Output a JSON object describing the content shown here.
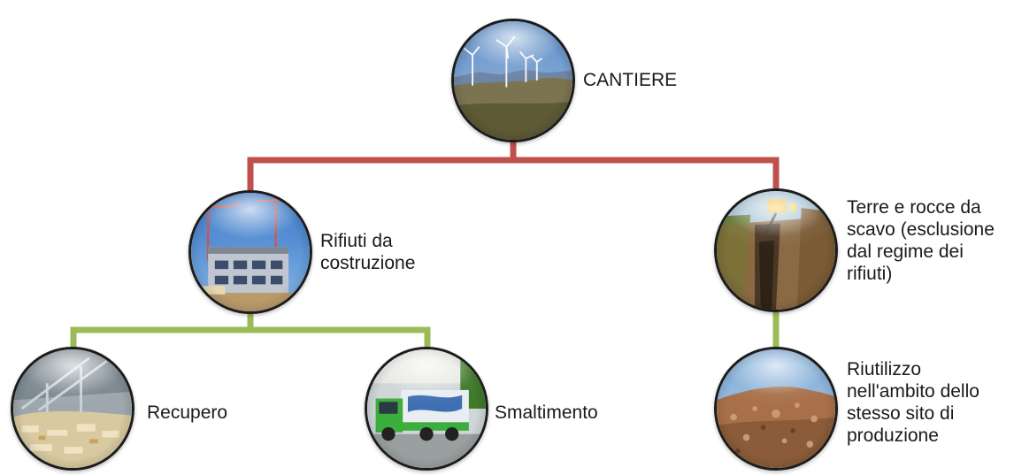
{
  "colors": {
    "top_connector": "#c0504d",
    "bottom_connector": "#9bbb59",
    "node_border": "#1c1c1c"
  },
  "nodes": {
    "cantiere": {
      "label": "CANTIERE",
      "image": "wind-farm-hillside-photo"
    },
    "rifiuti": {
      "label": "Rifiuti da\ncostruzione",
      "image": "building-construction-photo"
    },
    "terre": {
      "label": "Terre e rocce da\nscavo (esclusione\ndal regime dei\nrifiuti)",
      "image": "excavation-trench-photo"
    },
    "recupero": {
      "label": "Recupero",
      "image": "recycling-plant-photo"
    },
    "smaltimento": {
      "label": "Smaltimento",
      "image": "garbage-truck-photo"
    },
    "riutilizzo": {
      "label": "Riutilizzo\nnell'ambito dello\nstesso sito di\nproduzione",
      "image": "soil-pile-photo"
    }
  }
}
